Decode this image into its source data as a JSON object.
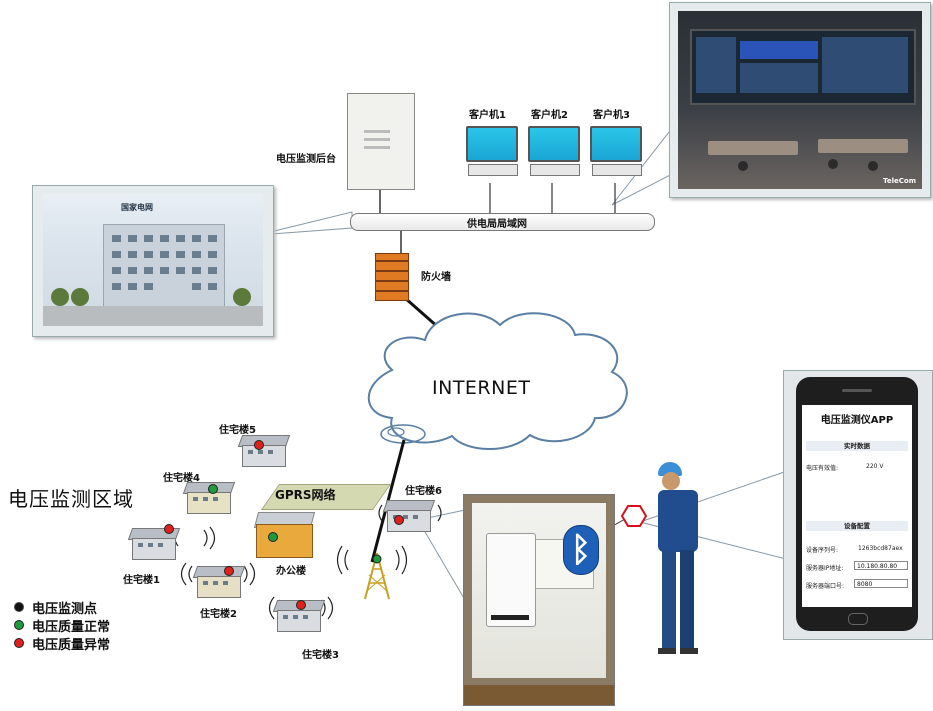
{
  "labels": {
    "server": "电压监测后台",
    "client1": "客户机1",
    "client2": "客户机2",
    "client3": "客户机3",
    "lan": "供电局局域网",
    "firewall": "防火墙",
    "internet": "INTERNET",
    "gprs": "GPRS网络",
    "office": "办公楼",
    "region_title": "电压监测区域"
  },
  "buildings": {
    "b1": "住宅楼1",
    "b2": "住宅楼2",
    "b3": "住宅楼3",
    "b4": "住宅楼4",
    "b5": "住宅楼5",
    "b6": "住宅楼6"
  },
  "legend": [
    {
      "label": "电压监测点",
      "color": "#111111"
    },
    {
      "label": "电压质量正常",
      "color": "#1f9a3c"
    },
    {
      "label": "电压质量异常",
      "color": "#e0211b"
    }
  ],
  "photo_text": {
    "hq_logo": "国家电网",
    "control_room_logo": "TeleCom"
  },
  "app": {
    "title": "电压监测仪APP",
    "realtime_section": "实时数据",
    "voltage_label": "电压有效值:",
    "voltage_value": "220 V",
    "config_section": "设备配置",
    "serial_label": "设备序列号:",
    "serial_value": "1263bcd87aex",
    "ip_label": "服务器IP地址:",
    "ip_value": "10.180.80.80",
    "port_label": "服务器端口号:",
    "port_value": "8080"
  },
  "icons": {
    "bluetooth": "bluetooth-icon",
    "antenna": "radio-tower-icon",
    "firewall": "firewall-icon",
    "cloud": "cloud-icon"
  },
  "colors": {
    "status_abnormal": "#e0211b",
    "status_normal": "#1f9a3c",
    "monitor_point": "#111111",
    "bluetooth": "#1e5fb8",
    "firewall": "#e07a22"
  }
}
